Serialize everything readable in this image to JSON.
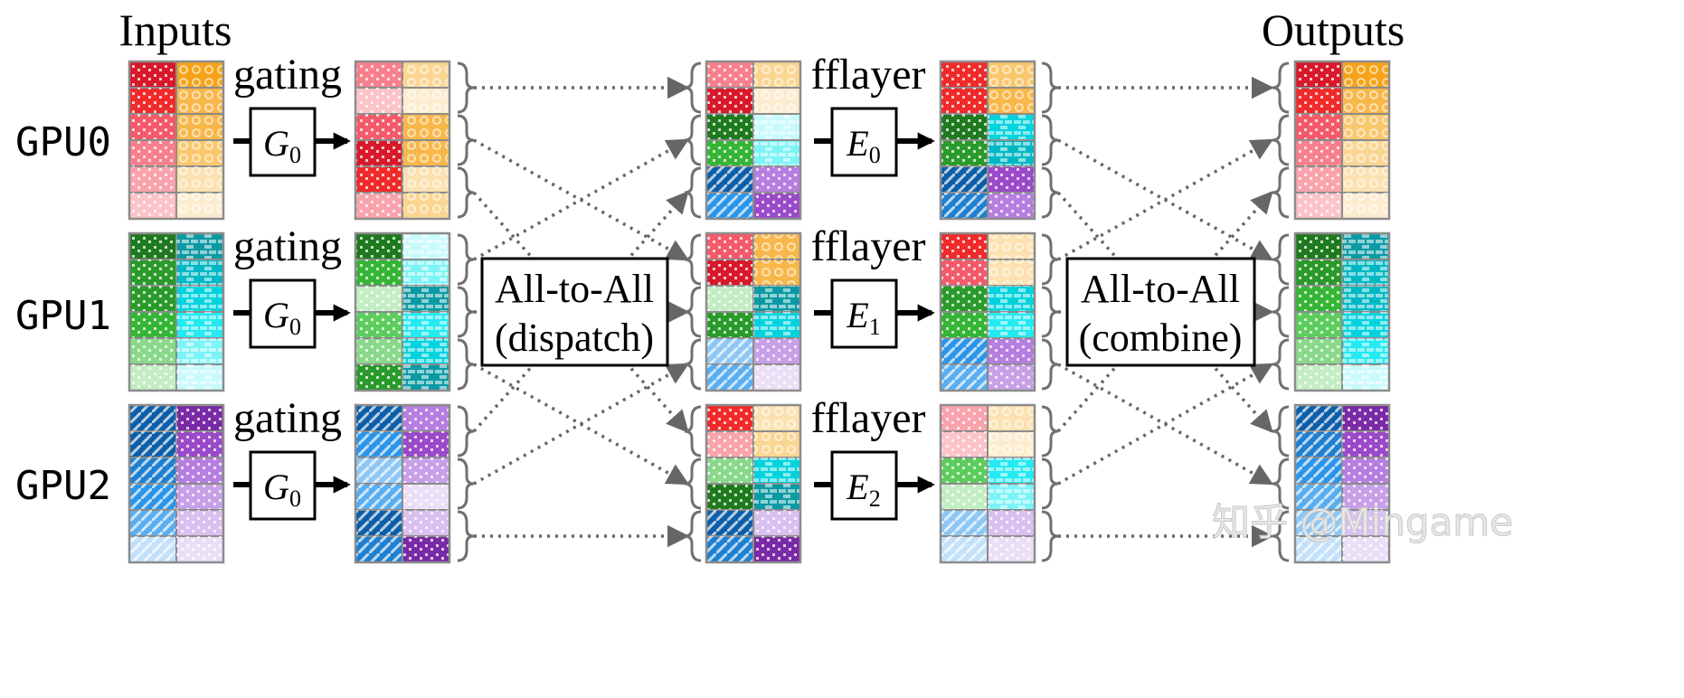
{
  "header": {
    "inputs": "Inputs",
    "outputs": "Outputs"
  },
  "gpus": [
    "GPU0",
    "GPU1",
    "GPU2"
  ],
  "gating_label": "gating",
  "fflayer_label": "fflayer",
  "gate_symbol": {
    "base": "G",
    "sub": "0"
  },
  "experts": [
    {
      "base": "E",
      "sub": "0"
    },
    {
      "base": "E",
      "sub": "1"
    },
    {
      "base": "E",
      "sub": "2"
    }
  ],
  "all_to_all": [
    {
      "line1": "All-to-All",
      "line2": "(dispatch)"
    },
    {
      "line1": "All-to-All",
      "line2": "(combine)"
    }
  ],
  "watermark": "知乎 @Mingame",
  "colors": {
    "red": [
      "#d7192a",
      "#f02a2a",
      "#f45a6a",
      "#f7808c",
      "#f9a3ac",
      "#fcc3c8"
    ],
    "orange": [
      "#f5a318",
      "#f8b74a",
      "#f9c86e",
      "#fbd693",
      "#fce2b2",
      "#fdedd0"
    ],
    "green": [
      "#1f7a1f",
      "#2a9a2a",
      "#35b535",
      "#5ccd5c",
      "#8ad98a",
      "#c3edc3"
    ],
    "cyan": [
      "#0b9aa3",
      "#00b8c4",
      "#00d3dd",
      "#24e9f0",
      "#7cf3f7",
      "#c8fafc"
    ],
    "blue": [
      "#0d5ea8",
      "#1f7fd0",
      "#2b95ea",
      "#5aaef0",
      "#8ec7f5",
      "#c3e1fa"
    ],
    "purple": [
      "#7a2aa6",
      "#9a4ac9",
      "#b57ee0",
      "#c7a0e8",
      "#d9c0f0",
      "#ebdff7"
    ],
    "grid": "#8c8c8c",
    "arrow": "#666666"
  },
  "tokens": {
    "inputs": [
      [
        [
          "red",
          0,
          "orange",
          0
        ],
        [
          "red",
          1,
          "orange",
          1
        ],
        [
          "red",
          2,
          "orange",
          1
        ],
        [
          "red",
          3,
          "orange",
          2
        ],
        [
          "red",
          4,
          "orange",
          4
        ],
        [
          "red",
          5,
          "orange",
          5
        ]
      ],
      [
        [
          "green",
          0,
          "cyan",
          0
        ],
        [
          "green",
          1,
          "cyan",
          1
        ],
        [
          "green",
          1,
          "cyan",
          2
        ],
        [
          "green",
          2,
          "cyan",
          3
        ],
        [
          "green",
          4,
          "cyan",
          4
        ],
        [
          "green",
          5,
          "cyan",
          5
        ]
      ],
      [
        [
          "blue",
          0,
          "purple",
          0
        ],
        [
          "blue",
          0,
          "purple",
          1
        ],
        [
          "blue",
          1,
          "purple",
          2
        ],
        [
          "blue",
          2,
          "purple",
          3
        ],
        [
          "blue",
          3,
          "purple",
          4
        ],
        [
          "blue",
          5,
          "purple",
          5
        ]
      ]
    ],
    "gated": [
      [
        [
          "red",
          3,
          "orange",
          3
        ],
        [
          "red",
          5,
          "orange",
          5
        ],
        [
          "red",
          2,
          "orange",
          1
        ],
        [
          "red",
          0,
          "orange",
          1
        ],
        [
          "red",
          1,
          "orange",
          4
        ],
        [
          "red",
          4,
          "orange",
          3
        ]
      ],
      [
        [
          "green",
          0,
          "cyan",
          5
        ],
        [
          "green",
          2,
          "cyan",
          4
        ],
        [
          "green",
          5,
          "cyan",
          0
        ],
        [
          "green",
          3,
          "cyan",
          3
        ],
        [
          "green",
          4,
          "cyan",
          2
        ],
        [
          "green",
          1,
          "cyan",
          0
        ]
      ],
      [
        [
          "blue",
          0,
          "purple",
          2
        ],
        [
          "blue",
          2,
          "purple",
          1
        ],
        [
          "blue",
          4,
          "purple",
          3
        ],
        [
          "blue",
          3,
          "purple",
          5
        ],
        [
          "blue",
          0,
          "purple",
          4
        ],
        [
          "blue",
          1,
          "purple",
          0
        ]
      ]
    ],
    "dispatched": [
      [
        [
          "red",
          3,
          "orange",
          3
        ],
        [
          "red",
          0,
          "orange",
          5
        ],
        [
          "green",
          0,
          "cyan",
          5
        ],
        [
          "green",
          2,
          "cyan",
          4
        ],
        [
          "blue",
          0,
          "purple",
          2
        ],
        [
          "blue",
          2,
          "purple",
          1
        ]
      ],
      [
        [
          "red",
          2,
          "orange",
          1
        ],
        [
          "red",
          0,
          "orange",
          1
        ],
        [
          "green",
          5,
          "cyan",
          0
        ],
        [
          "green",
          1,
          "cyan",
          2
        ],
        [
          "blue",
          4,
          "purple",
          3
        ],
        [
          "blue",
          3,
          "purple",
          5
        ]
      ],
      [
        [
          "red",
          1,
          "orange",
          4
        ],
        [
          "red",
          4,
          "orange",
          3
        ],
        [
          "green",
          4,
          "cyan",
          2
        ],
        [
          "green",
          0,
          "cyan",
          0
        ],
        [
          "blue",
          0,
          "purple",
          4
        ],
        [
          "blue",
          1,
          "purple",
          0
        ]
      ]
    ],
    "expert_out": [
      [
        [
          "red",
          1,
          "orange",
          2
        ],
        [
          "red",
          1,
          "orange",
          1
        ],
        [
          "green",
          0,
          "cyan",
          2
        ],
        [
          "green",
          1,
          "cyan",
          1
        ],
        [
          "blue",
          0,
          "purple",
          1
        ],
        [
          "blue",
          1,
          "purple",
          2
        ]
      ],
      [
        [
          "red",
          1,
          "orange",
          4
        ],
        [
          "red",
          2,
          "orange",
          4
        ],
        [
          "green",
          1,
          "cyan",
          2
        ],
        [
          "green",
          2,
          "cyan",
          3
        ],
        [
          "blue",
          2,
          "purple",
          2
        ],
        [
          "blue",
          3,
          "purple",
          3
        ]
      ],
      [
        [
          "red",
          4,
          "orange",
          4
        ],
        [
          "red",
          5,
          "orange",
          5
        ],
        [
          "green",
          3,
          "cyan",
          3
        ],
        [
          "green",
          5,
          "cyan",
          4
        ],
        [
          "blue",
          4,
          "purple",
          4
        ],
        [
          "blue",
          5,
          "purple",
          5
        ]
      ]
    ],
    "outputs": [
      [
        [
          "red",
          0,
          "orange",
          0
        ],
        [
          "red",
          1,
          "orange",
          1
        ],
        [
          "red",
          2,
          "orange",
          2
        ],
        [
          "red",
          3,
          "orange",
          3
        ],
        [
          "red",
          4,
          "orange",
          4
        ],
        [
          "red",
          5,
          "orange",
          5
        ]
      ],
      [
        [
          "green",
          0,
          "cyan",
          0
        ],
        [
          "green",
          1,
          "cyan",
          1
        ],
        [
          "green",
          2,
          "cyan",
          1
        ],
        [
          "green",
          3,
          "cyan",
          2
        ],
        [
          "green",
          4,
          "cyan",
          3
        ],
        [
          "green",
          5,
          "cyan",
          5
        ]
      ],
      [
        [
          "blue",
          0,
          "purple",
          0
        ],
        [
          "blue",
          1,
          "purple",
          1
        ],
        [
          "blue",
          2,
          "purple",
          2
        ],
        [
          "blue",
          3,
          "purple",
          3
        ],
        [
          "blue",
          4,
          "purple",
          4
        ],
        [
          "blue",
          5,
          "purple",
          5
        ]
      ]
    ]
  },
  "routes": {
    "dispatch": [
      [
        0,
        0,
        0
      ],
      [
        0,
        1,
        1
      ],
      [
        0,
        2,
        2
      ],
      [
        1,
        0,
        0
      ],
      [
        1,
        1,
        1
      ],
      [
        1,
        2,
        2
      ],
      [
        2,
        0,
        0
      ],
      [
        2,
        1,
        1
      ],
      [
        2,
        2,
        2
      ]
    ],
    "combine": [
      [
        0,
        0,
        0
      ],
      [
        0,
        1,
        1
      ],
      [
        0,
        2,
        2
      ],
      [
        1,
        0,
        0
      ],
      [
        1,
        1,
        1
      ],
      [
        1,
        2,
        2
      ],
      [
        2,
        0,
        0
      ],
      [
        2,
        1,
        1
      ],
      [
        2,
        2,
        2
      ]
    ]
  }
}
